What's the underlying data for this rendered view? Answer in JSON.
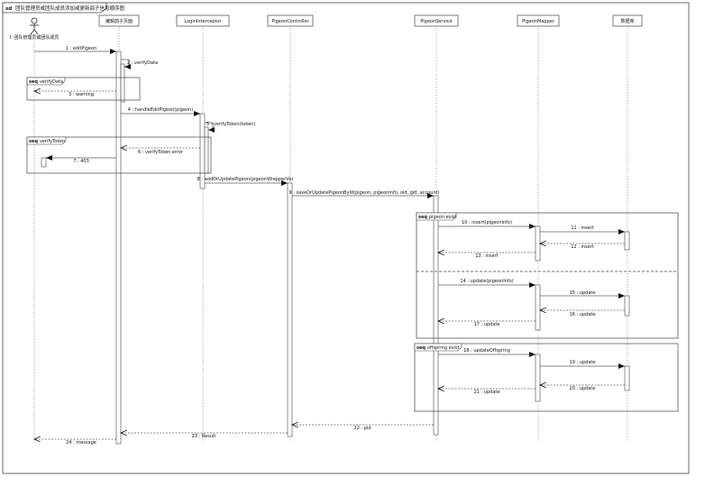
{
  "frame": {
    "keyword": "sd",
    "title": "团队管理员或团队成员添加或更新鸽子信息顺序图"
  },
  "participants": [
    {
      "id": "p0",
      "label": "I: 团队管理员或团队成员",
      "kind": "actor"
    },
    {
      "id": "p1",
      "label": "编辑鸽子页面",
      "kind": "box"
    },
    {
      "id": "p2",
      "label": "LoginInterceptor",
      "kind": "box"
    },
    {
      "id": "p3",
      "label": "PigeonController",
      "kind": "box"
    },
    {
      "id": "p4",
      "label": "PigeonService",
      "kind": "box"
    },
    {
      "id": "p5",
      "label": "PigeonMapper",
      "kind": "box"
    },
    {
      "id": "p6",
      "label": "数据库",
      "kind": "box"
    }
  ],
  "fragments": [
    {
      "keyword": "seq",
      "label": "verifyData"
    },
    {
      "keyword": "seq",
      "label": "verifyToken"
    },
    {
      "keyword": "seq",
      "label": "pigeon exist"
    },
    {
      "keyword": "seq",
      "label": "offspring exist"
    }
  ],
  "messages": [
    {
      "text": "1 : editPigeon",
      "from": "p0",
      "to": "p1",
      "type": "sync"
    },
    {
      "text": "2 : verifyData",
      "from": "p1",
      "to": "p1",
      "type": "self"
    },
    {
      "text": "3 : warning",
      "from": "p1",
      "to": "p0",
      "type": "return"
    },
    {
      "text": "4 : handleEditPigeon(pigeon)",
      "from": "p1",
      "to": "p2",
      "type": "sync"
    },
    {
      "text": "5 : verifyToken(token)",
      "from": "p2",
      "to": "p2",
      "type": "self"
    },
    {
      "text": "6 : verifyToken error",
      "from": "p2",
      "to": "p1",
      "type": "return"
    },
    {
      "text": "7 : 403",
      "from": "p1",
      "to": "p0",
      "type": "sync"
    },
    {
      "text": "8 : addOrUpdatePigeon(pigeonWrapperVo)",
      "from": "p2",
      "to": "p3",
      "type": "sync"
    },
    {
      "text": "9 : saveOrUpdatePigeonById(pigeon, pigeonInfo, oid, gid, account)",
      "from": "p3",
      "to": "p4",
      "type": "sync"
    },
    {
      "text": "10 : insert(pigeonInfo)",
      "from": "p4",
      "to": "p5",
      "type": "sync"
    },
    {
      "text": "11 : insert",
      "from": "p5",
      "to": "p6",
      "type": "sync"
    },
    {
      "text": "12 : insert",
      "from": "p6",
      "to": "p5",
      "type": "return"
    },
    {
      "text": "13 : insert",
      "from": "p5",
      "to": "p4",
      "type": "return"
    },
    {
      "text": "14 : update(pigeonInfo)",
      "from": "p4",
      "to": "p5",
      "type": "sync"
    },
    {
      "text": "15 : update",
      "from": "p5",
      "to": "p6",
      "type": "sync"
    },
    {
      "text": "16 : update",
      "from": "p6",
      "to": "p5",
      "type": "return"
    },
    {
      "text": "17 : update",
      "from": "p5",
      "to": "p4",
      "type": "return"
    },
    {
      "text": "18 : updateOffspring",
      "from": "p4",
      "to": "p5",
      "type": "sync"
    },
    {
      "text": "19 : update",
      "from": "p5",
      "to": "p6",
      "type": "sync"
    },
    {
      "text": "20 : update",
      "from": "p6",
      "to": "p5",
      "type": "return"
    },
    {
      "text": "21 : update",
      "from": "p5",
      "to": "p4",
      "type": "return"
    },
    {
      "text": "22 : pid",
      "from": "p4",
      "to": "p3",
      "type": "return"
    },
    {
      "text": "23 : Result",
      "from": "p3",
      "to": "p1",
      "type": "return"
    },
    {
      "text": "24 : message",
      "from": "p1",
      "to": "p0",
      "type": "return"
    }
  ]
}
